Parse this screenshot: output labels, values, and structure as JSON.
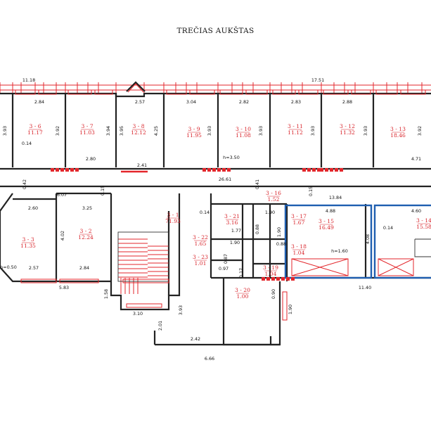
{
  "title": "TREČIAS AUKŠTAS",
  "colors": {
    "walls": "#222222",
    "dimensions": "#e3262b",
    "highlight": "#1f5fb0"
  },
  "rooms": [
    {
      "id": "3 - 6",
      "area": "11.17"
    },
    {
      "id": "3 - 7",
      "area": "11.03"
    },
    {
      "id": "3 - 8",
      "area": "12.12"
    },
    {
      "id": "3 - 9",
      "area": "11.95"
    },
    {
      "id": "3 - 10",
      "area": "11.08"
    },
    {
      "id": "3 - 11",
      "area": "11.12"
    },
    {
      "id": "3 - 12",
      "area": "11.32"
    },
    {
      "id": "3 - 13",
      "area": "18.46"
    },
    {
      "id": "3 - 3",
      "area": "11.35"
    },
    {
      "id": "3 - 2",
      "area": "12.24"
    },
    {
      "id": "3 - 1",
      "area": "71.93"
    },
    {
      "id": "3 - 16",
      "area": "1.52"
    },
    {
      "id": "3 - 21",
      "area": "3.16"
    },
    {
      "id": "3 - 22",
      "area": "1.65"
    },
    {
      "id": "3 - 23",
      "area": "1.01"
    },
    {
      "id": "3 - 17",
      "area": "1.67"
    },
    {
      "id": "3 - 18",
      "area": "1.04"
    },
    {
      "id": "3 - 19",
      "area": "1.04"
    },
    {
      "id": "3 - 20",
      "area": "1.00"
    },
    {
      "id": "3 - 15",
      "area": "16.49"
    },
    {
      "id": "3 - 14",
      "area": "15.58"
    }
  ],
  "dimensions": [
    "11.18",
    "17.51",
    "2.84",
    "2.57",
    "3.04",
    "2.82",
    "2.83",
    "2.88",
    "3.93",
    "3.92",
    "3.94",
    "3.95",
    "4.25",
    "3.93",
    "3.93",
    "3.93",
    "3.93",
    "3.92",
    "0.14",
    "2.80",
    "2.41",
    "h=3.50",
    "26.61",
    "4.71",
    "0.42",
    "0.41",
    "6.07",
    "0.15",
    "2.60",
    "3.25",
    "4.02",
    "2.57",
    "2.84",
    "5.83",
    "h=0.50",
    "0.14",
    "1.90",
    "1.77",
    "1.90",
    "0.88",
    "1.90",
    "0.88",
    "0.87",
    "0.17",
    "0.97",
    "0.15",
    "13.84",
    "4.88",
    "4.60",
    "h=1.60",
    "4.08",
    "0.14",
    "11.40",
    "1.58",
    "3.10",
    "3.93",
    "2.01",
    "2.42",
    "6.66",
    "0.90",
    "1.90"
  ]
}
